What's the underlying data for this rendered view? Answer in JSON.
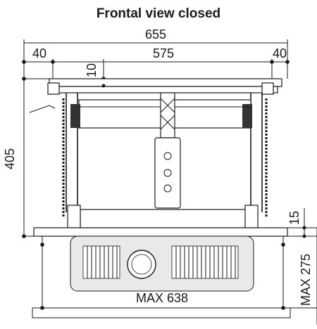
{
  "title": "Frontal view closed",
  "dimensions": {
    "overall_width": "655",
    "inner_width": "575",
    "left_offset": "40",
    "right_offset": "40",
    "top_offset": "10",
    "height": "405",
    "platform_gap": "15",
    "projector_max_width": "MAX 638",
    "projector_max_height": "MAX 275"
  }
}
